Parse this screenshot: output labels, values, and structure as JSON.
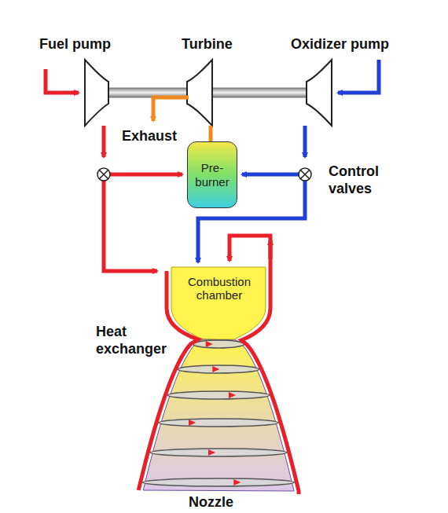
{
  "diagram": {
    "nodes": [
      {
        "text": [
          "Pre-burner"
        ]
      },
      {
        "text": [
          "Combustion chamber"
        ]
      }
    ],
    "labels": [
      "Fuel pump",
      "Turbine",
      "Oxidizer pump",
      "Exhaust",
      "Control valves",
      "Heat exchanger",
      "Nozzle"
    ]
  }
}
